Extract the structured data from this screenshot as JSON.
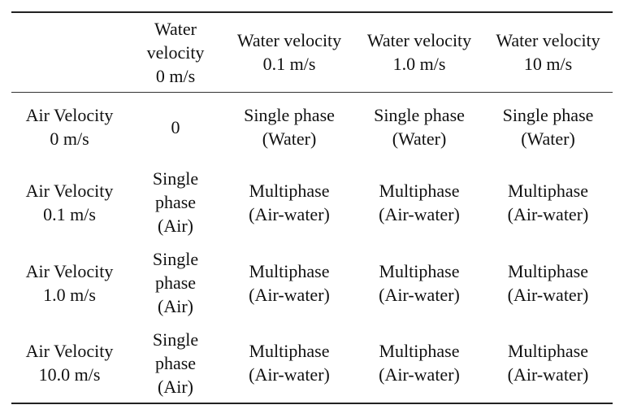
{
  "table": {
    "headers": [
      "",
      "Water\nvelocity\n0 m/s",
      "Water velocity\n0.1 m/s",
      "Water velocity\n1.0 m/s",
      "Water velocity\n10 m/s"
    ],
    "rows": [
      {
        "label": "Air Velocity\n0 m/s",
        "cells": [
          "0",
          "Single phase\n(Water)",
          "Single phase\n(Water)",
          "Single phase\n(Water)"
        ]
      },
      {
        "label": "Air Velocity\n0.1 m/s",
        "cells": [
          "Single\nphase\n(Air)",
          "Multiphase\n(Air-water)",
          "Multiphase\n(Air-water)",
          "Multiphase\n(Air-water)"
        ]
      },
      {
        "label": "Air Velocity\n1.0 m/s",
        "cells": [
          "Single\nphase\n(Air)",
          "Multiphase\n(Air-water)",
          "Multiphase\n(Air-water)",
          "Multiphase\n(Air-water)"
        ]
      },
      {
        "label": "Air Velocity\n10.0 m/s",
        "cells": [
          "Single\nphase\n(Air)",
          "Multiphase\n(Air-water)",
          "Multiphase\n(Air-water)",
          "Multiphase\n(Air-water)"
        ]
      }
    ]
  }
}
